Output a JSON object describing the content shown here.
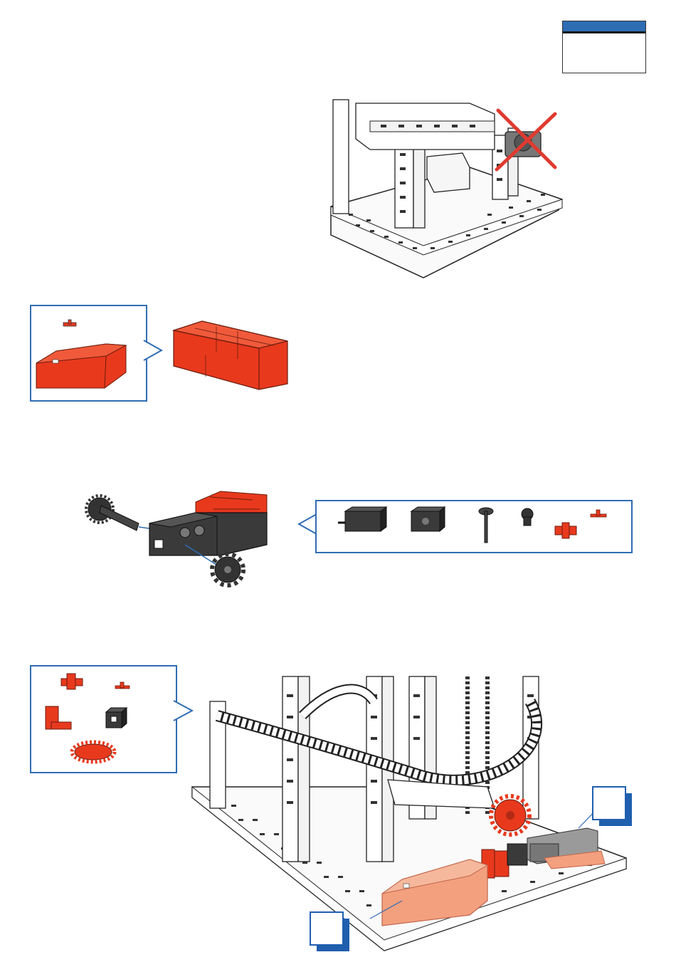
{
  "page": {
    "header_box": {
      "label": ""
    }
  },
  "colors": {
    "accent_blue": "#2f6db3",
    "part_red": "#e8391d",
    "part_dark": "#333333",
    "part_light_red": "#f3a07f",
    "part_grey": "#9a9a9a",
    "cross_red": "#e03a2f"
  },
  "icons": {
    "remove_mark": "red-x-cross",
    "part_types": [
      "motor-housing",
      "gearbox",
      "axle",
      "gear-small",
      "connector",
      "pin",
      "angle-block",
      "cube",
      "gear-large"
    ]
  }
}
